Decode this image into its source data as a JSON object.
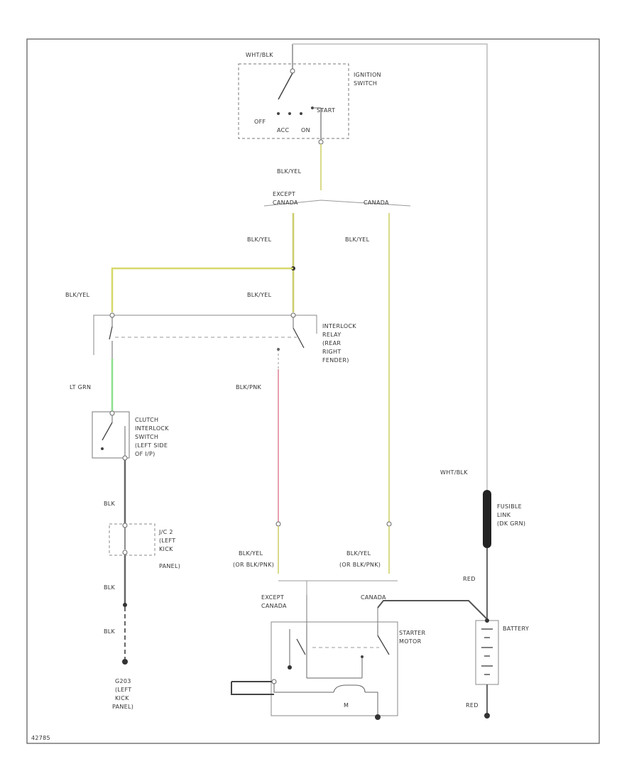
{
  "labels": {
    "wht_blk_top": "WHT/BLK",
    "ignition_switch_1": "IGNITION",
    "ignition_switch_2": "SWITCH",
    "off": "OFF",
    "start": "START",
    "acc": "ACC",
    "on": "ON",
    "blk_yel_1": "BLK/YEL",
    "except_canada_top": "EXCEPT",
    "except_canada_top_2": "CANADA",
    "canada_top": "CANADA",
    "blk_yel_2": "BLK/YEL",
    "blk_yel_3": "BLK/YEL",
    "blk_yel_4": "BLK/YEL",
    "blk_yel_5": "BLK/YEL",
    "relay_1": "INTERLOCK",
    "relay_2": "RELAY",
    "relay_3": "(REAR",
    "relay_4": "RIGHT",
    "relay_5": "FENDER)",
    "blk_pnk": "BLK/PNK",
    "lt_grn": "LT GRN",
    "clutch_1": "CLUTCH",
    "clutch_2": "INTERLOCK",
    "clutch_3": "SWITCH",
    "clutch_4": "(LEFT SIDE",
    "clutch_5": "OF I/P)",
    "blk_1": "BLK",
    "jc_1": "J/C 2",
    "jc_2": "(LEFT",
    "jc_3": "KICK",
    "jc_4": "PANEL)",
    "blk_2": "BLK",
    "blk_3": "BLK",
    "ground_1": "G203",
    "ground_2": "(LEFT",
    "ground_3": "KICK",
    "ground_4": "PANEL)",
    "blk_yel_bottom_l": "BLK/YEL",
    "or_blk_pnk_l": "(OR BLK/PNK)",
    "blk_yel_bottom_r": "BLK/YEL",
    "or_blk_pnk_r": "(OR BLK/PNK)",
    "except_canada_bot_1": "EXCEPT",
    "except_canada_bot_2": "CANADA",
    "canada_bot": "CANADA",
    "starter_1": "STARTER",
    "starter_2": "MOTOR",
    "m": "M",
    "wht_blk_right": "WHT/BLK",
    "fusible_1": "FUSIBLE",
    "fusible_2": "LINK",
    "fusible_3": "(DK GRN)",
    "red_1": "RED",
    "battery": "BATTERY",
    "red_2": "RED",
    "code": "42785"
  }
}
